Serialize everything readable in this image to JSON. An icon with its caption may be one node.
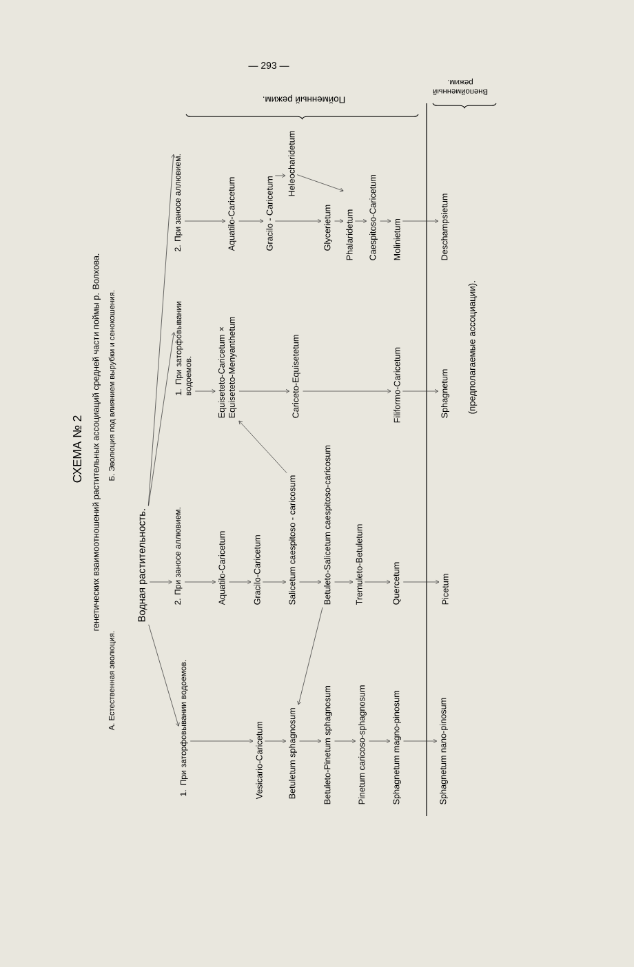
{
  "diagram": {
    "title": "СХЕМА № 2",
    "nodes": [
      {
        "text": [
          "Водная растительность."
        ]
      },
      {
        "text": [
          "1. При заторфовывании водоемов."
        ]
      },
      {
        "text": [
          "2. При заносе аллювием."
        ]
      },
      {
        "text": [
          "1. При заторфовывании водоемов."
        ]
      },
      {
        "text": [
          "2. При заносе аллювием."
        ]
      },
      {
        "text": [
          "Vesicario-Caricetum"
        ]
      },
      {
        "text": [
          "Betuletum sphagnosum"
        ]
      },
      {
        "text": [
          "Betuleto-Pinetum sphagnosum"
        ]
      },
      {
        "text": [
          "Pinetum caricoso-sphagnosum"
        ]
      },
      {
        "text": [
          "Sphagnetum magno-pinosum"
        ]
      },
      {
        "text": [
          "Sphagnetum nano-pinosum"
        ]
      },
      {
        "text": [
          "Aquatilo-Caricetum"
        ]
      },
      {
        "text": [
          "Gracilo-Caricetum"
        ]
      },
      {
        "text": [
          "Salicetum caespitoso - caricosum"
        ]
      },
      {
        "text": [
          "Betuleto-Salicetum caespitoso-caricosum"
        ]
      },
      {
        "text": [
          "Tremuleto-Betuletum"
        ]
      },
      {
        "text": [
          "Quercetum"
        ]
      },
      {
        "text": [
          "Picetum"
        ]
      },
      {
        "text": [
          "Equiseteto-Caricetum × Equiseteto-Menyanthetum"
        ]
      },
      {
        "text": [
          "Cariceto-Equisetetum"
        ]
      },
      {
        "text": [
          "Filiformo-Caricetum"
        ]
      },
      {
        "text": [
          "Sphagnetum"
        ]
      },
      {
        "text": [
          "Aquatilo-Caricetum"
        ]
      },
      {
        "text": [
          "Gracilo - Caricetum"
        ]
      },
      {
        "text": [
          "Heleocharidetum"
        ]
      },
      {
        "text": [
          "Glycerietum"
        ]
      },
      {
        "text": [
          "Phalaridetum"
        ]
      },
      {
        "text": [
          "Caespitoso-Caricetum"
        ]
      },
      {
        "text": [
          "Molinietum"
        ]
      },
      {
        "text": [
          "Deschampsietum"
        ]
      }
    ],
    "edges": [
      {
        "from": 0,
        "to": 1,
        "arrow": "to"
      },
      {
        "from": 0,
        "to": 2,
        "arrow": "to"
      },
      {
        "from": 0,
        "to": 3,
        "arrow": "to"
      },
      {
        "from": 0,
        "to": 4,
        "arrow": "to"
      },
      {
        "from": 1,
        "to": 5,
        "arrow": "to"
      },
      {
        "from": 5,
        "to": 6,
        "arrow": "to"
      },
      {
        "from": 6,
        "to": 7,
        "arrow": "to"
      },
      {
        "from": 7,
        "to": 8,
        "arrow": "to"
      },
      {
        "from": 8,
        "to": 9,
        "arrow": "to"
      },
      {
        "from": 9,
        "to": 10,
        "arrow": "to"
      },
      {
        "from": 2,
        "to": 11,
        "arrow": "to"
      },
      {
        "from": 11,
        "to": 12,
        "arrow": "to"
      },
      {
        "from": 12,
        "to": 13,
        "arrow": "to"
      },
      {
        "from": 13,
        "to": 14,
        "arrow": "to"
      },
      {
        "from": 14,
        "to": 15,
        "arrow": "to"
      },
      {
        "from": 15,
        "to": 16,
        "arrow": "to"
      },
      {
        "from": 16,
        "to": 17,
        "arrow": "to"
      },
      {
        "from": 14,
        "to": 6,
        "arrow": "to"
      },
      {
        "from": 13,
        "to": 18,
        "arrow": "to"
      },
      {
        "from": 3,
        "to": 18,
        "arrow": "to"
      },
      {
        "from": 18,
        "to": 19,
        "arrow": "to"
      },
      {
        "from": 19,
        "to": 20,
        "arrow": "to"
      },
      {
        "from": 20,
        "to": 21,
        "arrow": "to"
      },
      {
        "from": 4,
        "to": 22,
        "arrow": "to"
      },
      {
        "from": 22,
        "to": 23,
        "arrow": "to"
      },
      {
        "from": 23,
        "to": 24,
        "arrow": "to"
      },
      {
        "from": 23,
        "to": 25,
        "arrow": "to"
      },
      {
        "from": 24,
        "to": 26,
        "arrow": "to"
      },
      {
        "from": 25,
        "to": 26,
        "arrow": "to"
      },
      {
        "from": 26,
        "to": 27,
        "arrow": "to"
      },
      {
        "from": 27,
        "to": 28,
        "arrow": "to"
      },
      {
        "from": 28,
        "to": 29,
        "arrow": "to"
      }
    ],
    "labels": [
      "— 293 —",
      "генетических взаимоотношений растительных ассоциаций средней части поймы р. Волхова.",
      "А. Естественная эволюция.",
      "Б. Эволюция под влиянием вырубки и сенокошения.",
      "Пойменный режим.",
      "Внепойменный режим.",
      "(предполагаемые ассоциации)."
    ]
  }
}
